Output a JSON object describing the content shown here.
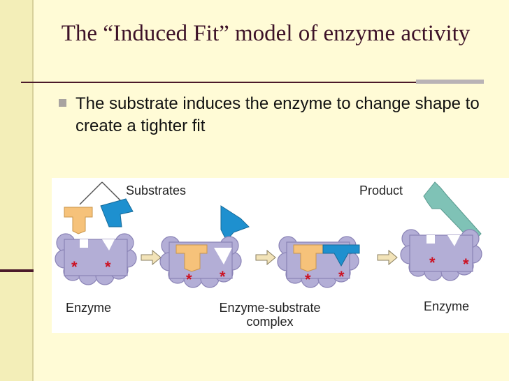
{
  "slide": {
    "title": "The “Induced Fit” model of enzyme activity",
    "bullet": "The substrate induces the enzyme to change shape to create a tighter fit"
  },
  "figure": {
    "label_substrates": "Substrates",
    "label_product": "Product",
    "label_enzyme_left": "Enzyme",
    "label_es_complex_line1": "Enzyme-substrate",
    "label_es_complex_line2": "complex",
    "label_enzyme_right": "Enzyme",
    "active_site_mark": "*"
  },
  "colors": {
    "enzyme": "#b3aed6",
    "substrate_orange": "#f6c27a",
    "substrate_blue": "#1e90cf",
    "product": "#7fc2b6",
    "asterisk": "#cc1122",
    "title": "#3d1228"
  }
}
